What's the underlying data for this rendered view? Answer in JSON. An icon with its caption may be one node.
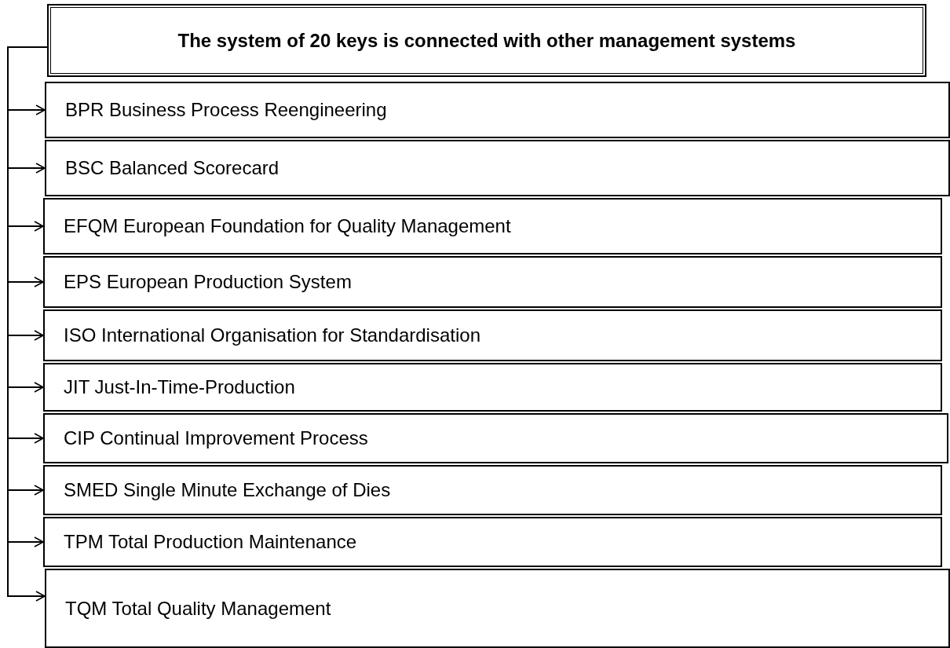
{
  "diagram": {
    "nodes": [
      {
        "text": [
          "The system of 20 keys is connected with other management systems"
        ]
      },
      {
        "text": [
          "BPR Business Process Reengineering"
        ]
      },
      {
        "text": [
          "BSC Balanced Scorecard"
        ]
      },
      {
        "text": [
          "EFQM European Foundation for Quality Management"
        ]
      },
      {
        "text": [
          "EPS European Production System"
        ]
      },
      {
        "text": [
          "ISO International Organisation for Standardisation"
        ]
      },
      {
        "text": [
          "JIT Just-In-Time-Production"
        ]
      },
      {
        "text": [
          "CIP Continual Improvement Process"
        ]
      },
      {
        "text": [
          "SMED Single Minute Exchange of Dies"
        ]
      },
      {
        "text": [
          "TPM Total Production Maintenance"
        ]
      },
      {
        "text": [
          "TQM Total Quality Management"
        ]
      }
    ],
    "edges": [
      {
        "from": 0,
        "to": 1,
        "arrow": "to"
      },
      {
        "from": 0,
        "to": 2,
        "arrow": "to"
      },
      {
        "from": 0,
        "to": 3,
        "arrow": "to"
      },
      {
        "from": 0,
        "to": 4,
        "arrow": "to"
      },
      {
        "from": 0,
        "to": 5,
        "arrow": "to"
      },
      {
        "from": 0,
        "to": 6,
        "arrow": "to"
      },
      {
        "from": 0,
        "to": 7,
        "arrow": "to"
      },
      {
        "from": 0,
        "to": 8,
        "arrow": "to"
      },
      {
        "from": 0,
        "to": 9,
        "arrow": "to"
      },
      {
        "from": 0,
        "to": 10,
        "arrow": "to"
      }
    ]
  }
}
